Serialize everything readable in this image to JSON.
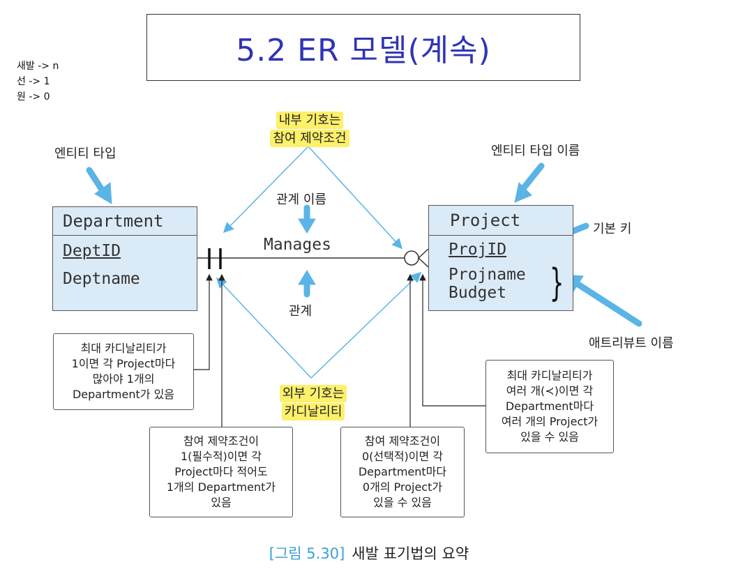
{
  "title": "5.2 ER 모델(계속)",
  "legend": [
    "새발 -> n",
    "선 -> 1",
    "원 -> 0"
  ],
  "labels": {
    "entity_type": "엔티티 타입",
    "entity_type_name": "엔티티 타입 이름",
    "relationship_name": "관계 이름",
    "relationship": "관계",
    "primary_key": "기본 키",
    "attribute_name": "애트리뷰트 이름",
    "inner_symbol": [
      "내부 기호는",
      "참여 제약조건"
    ],
    "outer_symbol": [
      "외부 기호는",
      "카디날리티"
    ]
  },
  "department": {
    "name": "Department",
    "key": "DeptID",
    "attrs": [
      "Deptname"
    ]
  },
  "project": {
    "name": "Project",
    "key": "ProjID",
    "attrs": [
      "Projname",
      "Budget"
    ]
  },
  "relationship_name": "Manages",
  "notes": {
    "max_card_1": [
      "최대 카디날리티가",
      "1이면 각 Project마다",
      "많아야 1개의",
      "Department가 있음"
    ],
    "part_1": [
      "참여 제약조건이",
      "1(필수적)이면 각",
      "Project마다 적어도",
      "1개의 Department가",
      "있음"
    ],
    "part_0": [
      "참여 제약조건이",
      "0(선택적)이면 각",
      "Department마다",
      "0개의 Project가",
      "있을 수 있음"
    ],
    "max_card_n": [
      "최대 카디날리티가",
      "여러 개(≺)이면 각",
      "Department마다",
      "여러 개의 Project가",
      "있을 수 있음"
    ]
  },
  "caption": {
    "figure": "[그림 5.30]",
    "text": "새발 표기법의 요약"
  },
  "colors": {
    "title": "#2f34b5",
    "entity_fill": "#dbeaf7",
    "arrow": "#5ab4e6",
    "highlight": "#fdf06a",
    "caption_fig": "#3aa0d8"
  }
}
